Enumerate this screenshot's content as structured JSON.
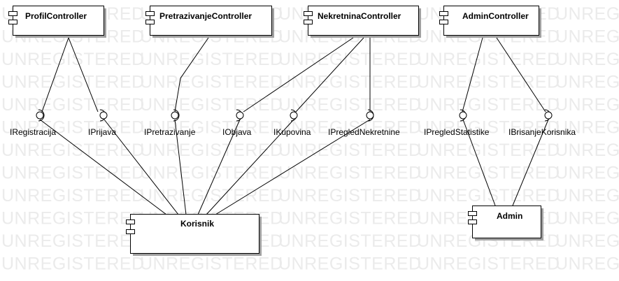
{
  "watermark": "UNREGISTERED",
  "components": {
    "profil": "ProfilController",
    "pretrazivanje": "PretrazivanjeController",
    "nekretnina": "NekretninaController",
    "admin_ctrl": "AdminController",
    "korisnik": "Korisnik",
    "admin": "Admin"
  },
  "interfaces": {
    "registracija": "IRegistracija",
    "prijava": "IPrijava",
    "pretrazivanje": "IPretrazivanje",
    "objava": "IObjava",
    "kupovina": "IKupovina",
    "pregled_nekretnine": "IPregledNekretnine",
    "pregled_statistike": "IPregledStatistike",
    "brisanje_korisnika": "IBrisanjeKorisnika"
  }
}
